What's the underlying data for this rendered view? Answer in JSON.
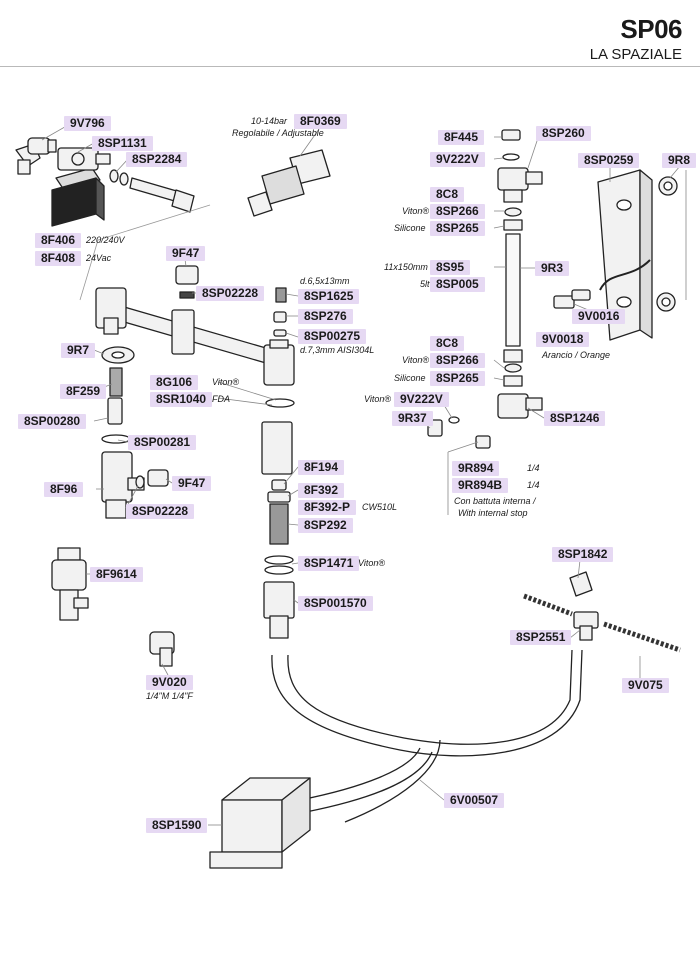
{
  "header": {
    "code": "SP06",
    "brand": "LA SPAZIALE"
  },
  "parts": [
    {
      "id": "p01",
      "code": "9V796"
    },
    {
      "id": "p02",
      "code": "8SP1131"
    },
    {
      "id": "p03",
      "code": "8SP2284"
    },
    {
      "id": "p04",
      "code": "8F406"
    },
    {
      "id": "p05",
      "code": "8F408"
    },
    {
      "id": "p06",
      "code": "8F0369"
    },
    {
      "id": "p07",
      "code": "9F47"
    },
    {
      "id": "p08",
      "code": "8SP02228"
    },
    {
      "id": "p09",
      "code": "8SP1625"
    },
    {
      "id": "p10",
      "code": "8SP276"
    },
    {
      "id": "p11",
      "code": "8SP00275"
    },
    {
      "id": "p12",
      "code": "9R7"
    },
    {
      "id": "p13",
      "code": "8F259"
    },
    {
      "id": "p14",
      "code": "8G106"
    },
    {
      "id": "p15",
      "code": "8SR1040"
    },
    {
      "id": "p16",
      "code": "8SP00280"
    },
    {
      "id": "p17",
      "code": "8SP00281"
    },
    {
      "id": "p18",
      "code": "8F96"
    },
    {
      "id": "p19",
      "code": "9F47"
    },
    {
      "id": "p20",
      "code": "8SP02228"
    },
    {
      "id": "p21",
      "code": "8F194"
    },
    {
      "id": "p22",
      "code": "8F392"
    },
    {
      "id": "p23",
      "code": "8F392-P"
    },
    {
      "id": "p24",
      "code": "8SP292"
    },
    {
      "id": "p25",
      "code": "8SP1471"
    },
    {
      "id": "p26",
      "code": "8SP001570"
    },
    {
      "id": "p27",
      "code": "8F9614"
    },
    {
      "id": "p28",
      "code": "9V020"
    },
    {
      "id": "p29",
      "code": "8SP1590"
    },
    {
      "id": "p30",
      "code": "6V00507"
    },
    {
      "id": "p31",
      "code": "8F445"
    },
    {
      "id": "p32",
      "code": "8SP260"
    },
    {
      "id": "p33",
      "code": "9V222V"
    },
    {
      "id": "p34",
      "code": "8C8"
    },
    {
      "id": "p35",
      "code": "8SP266"
    },
    {
      "id": "p36",
      "code": "8SP265"
    },
    {
      "id": "p37",
      "code": "8S95"
    },
    {
      "id": "p38",
      "code": "8SP005"
    },
    {
      "id": "p39",
      "code": "9R3"
    },
    {
      "id": "p40",
      "code": "8C8"
    },
    {
      "id": "p41",
      "code": "8SP266"
    },
    {
      "id": "p42",
      "code": "8SP265"
    },
    {
      "id": "p43",
      "code": "9V222V"
    },
    {
      "id": "p44",
      "code": "9R37"
    },
    {
      "id": "p45",
      "code": "8SP1246"
    },
    {
      "id": "p46",
      "code": "9R894"
    },
    {
      "id": "p47",
      "code": "9R894B"
    },
    {
      "id": "p48",
      "code": "8SP0259"
    },
    {
      "id": "p49",
      "code": "9R8"
    },
    {
      "id": "p50",
      "code": "9V0016"
    },
    {
      "id": "p51",
      "code": "9V0018"
    },
    {
      "id": "p52",
      "code": "8SP1842"
    },
    {
      "id": "p53",
      "code": "8SP2551"
    },
    {
      "id": "p54",
      "code": "9V075"
    }
  ],
  "notes": [
    {
      "id": "n01",
      "text": "220/240V"
    },
    {
      "id": "n02",
      "text": "24Vac"
    },
    {
      "id": "n03",
      "text": "10-14bar"
    },
    {
      "id": "n04",
      "text": "Regolabile / Adjustable"
    },
    {
      "id": "n05",
      "text": "d.6,5x13mm"
    },
    {
      "id": "n06",
      "text": "d.7,3mm AISI304L"
    },
    {
      "id": "n07",
      "text": "Viton®"
    },
    {
      "id": "n08",
      "text": "FDA"
    },
    {
      "id": "n09",
      "text": "CW510L"
    },
    {
      "id": "n10",
      "text": "Viton®"
    },
    {
      "id": "n11",
      "text": "1/4\"M 1/4\"F"
    },
    {
      "id": "n12",
      "text": "Viton®"
    },
    {
      "id": "n13",
      "text": "Silicone"
    },
    {
      "id": "n14",
      "text": "11x150mm"
    },
    {
      "id": "n15",
      "text": "5lt"
    },
    {
      "id": "n16",
      "text": "Viton®"
    },
    {
      "id": "n17",
      "text": "Silicone"
    },
    {
      "id": "n18",
      "text": "Viton®"
    },
    {
      "id": "n19",
      "text": "1/4"
    },
    {
      "id": "n20",
      "text": "1/4"
    },
    {
      "id": "n21",
      "text": "Con battuta interna /"
    },
    {
      "id": "n22",
      "text": "With internal stop"
    },
    {
      "id": "n23",
      "text": "Arancio / Orange"
    }
  ]
}
